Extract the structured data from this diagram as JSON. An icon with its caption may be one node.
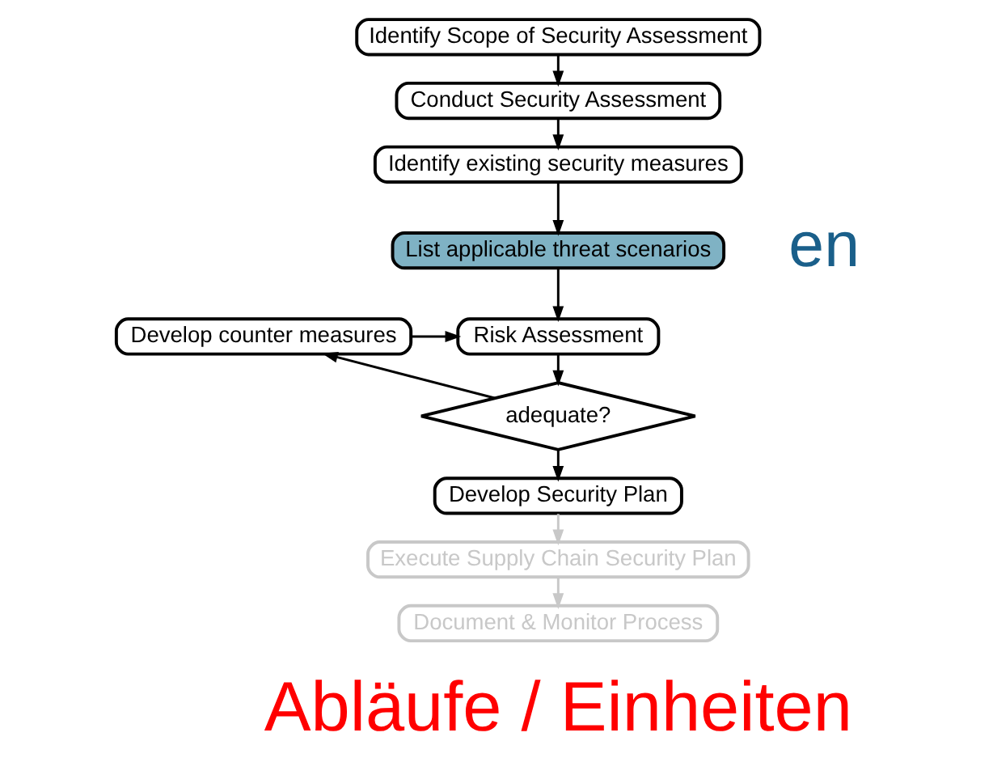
{
  "diagram": {
    "nodes": [
      {
        "text": [
          "Identify Scope of Security Assessment"
        ]
      },
      {
        "text": [
          "Conduct Security Assessment"
        ]
      },
      {
        "text": [
          "Identify existing security measures"
        ]
      },
      {
        "text": [
          "List applicable threat scenarios"
        ]
      },
      {
        "text": [
          "Develop counter measures"
        ]
      },
      {
        "text": [
          "Risk Assessment"
        ]
      },
      {
        "text": [
          "adequate?"
        ]
      },
      {
        "text": [
          "Develop Security Plan"
        ]
      },
      {
        "text": [
          "Execute Supply Chain Security Plan"
        ]
      },
      {
        "text": [
          "Document & Monitor Process"
        ]
      }
    ],
    "edges": [
      {
        "from": 0,
        "to": 1,
        "arrow": "to"
      },
      {
        "from": 1,
        "to": 2,
        "arrow": "to"
      },
      {
        "from": 2,
        "to": 3,
        "arrow": "to"
      },
      {
        "from": 3,
        "to": 5,
        "arrow": "to"
      },
      {
        "from": 4,
        "to": 5,
        "arrow": "to"
      },
      {
        "from": 5,
        "to": 6,
        "arrow": "to"
      },
      {
        "from": 6,
        "to": 4,
        "arrow": "to"
      },
      {
        "from": 6,
        "to": 7,
        "arrow": "to"
      },
      {
        "from": 7,
        "to": 8,
        "arrow": "to",
        "color": "#c8c8c8"
      },
      {
        "from": 8,
        "to": 9,
        "arrow": "to",
        "color": "#c8c8c8"
      }
    ],
    "labels": [
      "en",
      "Abläufe / Einheiten"
    ]
  }
}
